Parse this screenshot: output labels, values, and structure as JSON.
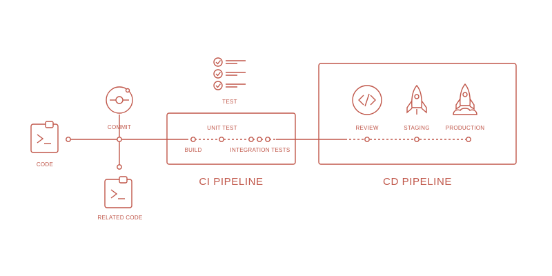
{
  "colors": {
    "accent": "#c0574a",
    "background": "#ffffff"
  },
  "labels": {
    "code": "CODE",
    "commit": "COMMIT",
    "related_code": "RELATED CODE",
    "test": "TEST",
    "unit_test": "UNIT TEST",
    "build": "BUILD",
    "integration_tests": "INTEGRATION TESTS",
    "review": "REVIEW",
    "staging": "STAGING",
    "production": "PRODUCTION"
  },
  "sections": {
    "ci_title": "CI PIPELINE",
    "cd_title": "CD PIPELINE"
  },
  "icons": {
    "code": "terminal-icon",
    "commit": "git-commit-icon",
    "related_code": "terminal-icon",
    "test": "checklist-icon",
    "review": "code-brackets-icon",
    "staging": "rocket-icon",
    "production": "rocket-launch-icon"
  }
}
